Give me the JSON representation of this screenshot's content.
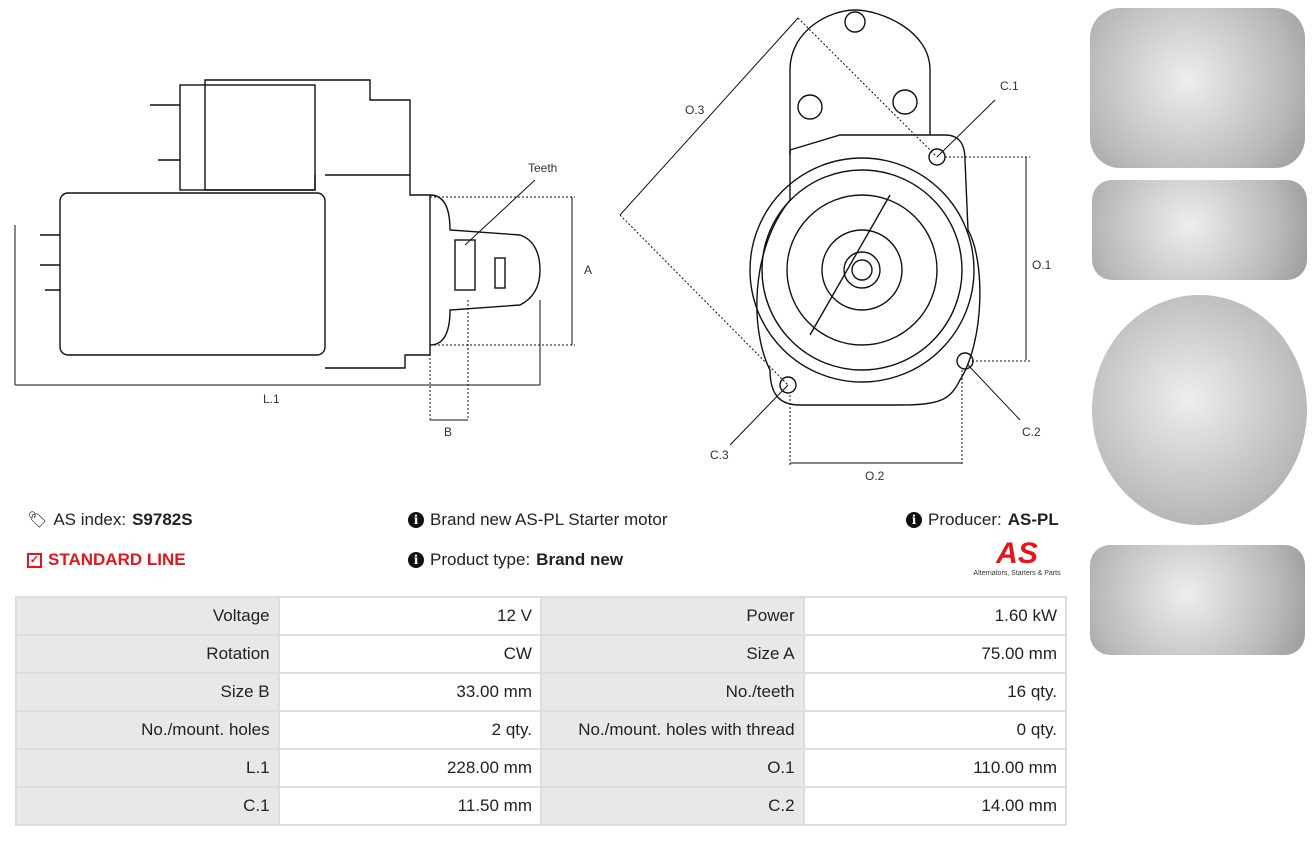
{
  "drawing": {
    "teeth": "Teeth",
    "a": "A",
    "b": "B",
    "l1": "L.1",
    "o1": "O.1",
    "o2": "O.2",
    "o3": "O.3",
    "c1": "C.1",
    "c2": "C.2",
    "c3": "C.3"
  },
  "info": {
    "as_index_label": "AS index:",
    "as_index_value": "S9782S",
    "line": "STANDARD LINE",
    "description": "Brand new AS-PL Starter motor",
    "product_type_label": "Product type:",
    "product_type_value": "Brand new",
    "producer_label": "Producer:",
    "producer_value": "AS-PL",
    "logo_text": "AS",
    "logo_tagline": "Alternators, Starters & Parts"
  },
  "colors": {
    "accent": "#e8141b"
  },
  "specs": [
    [
      "Voltage",
      "12 V",
      "Power",
      "1.60 kW"
    ],
    [
      "Rotation",
      "CW",
      "Size A",
      "75.00 mm"
    ],
    [
      "Size B",
      "33.00 mm",
      "No./teeth",
      "16 qty."
    ],
    [
      "No./mount. holes",
      "2 qty.",
      "No./mount. holes with thread",
      "0 qty."
    ],
    [
      "L.1",
      "228.00 mm",
      "O.1",
      "110.00 mm"
    ],
    [
      "C.1",
      "11.50 mm",
      "C.2",
      "14.00 mm"
    ]
  ]
}
